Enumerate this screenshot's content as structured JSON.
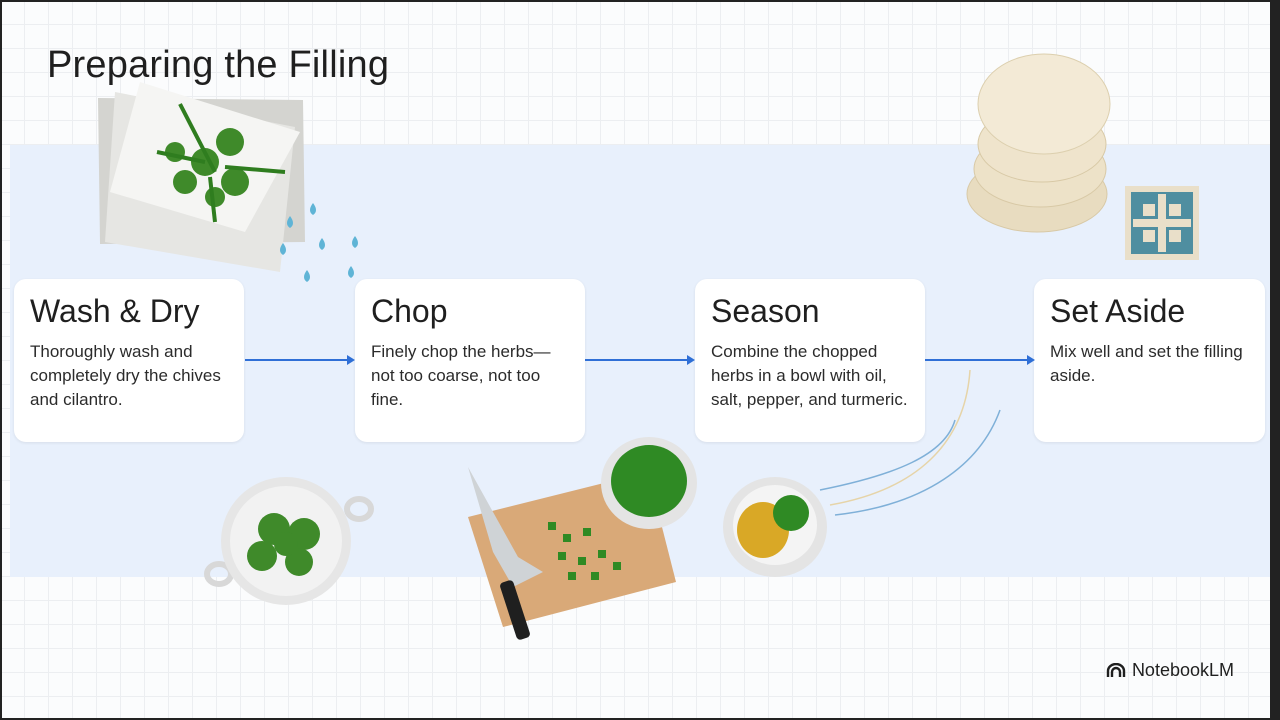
{
  "title": "Preparing the Filling",
  "steps": [
    {
      "heading": "Wash & Dry",
      "text": "Thoroughly wash and completely dry the chives and cilantro."
    },
    {
      "heading": "Chop",
      "text": "Finely chop the herbs—not too coarse, not too fine."
    },
    {
      "heading": "Season",
      "text": "Combine the chopped herbs in a bowl with oil, salt, pepper, and turmeric."
    },
    {
      "heading": "Set Aside",
      "text": "Mix well and set the filling aside."
    }
  ],
  "brand": "NotebookLM",
  "colors": {
    "arrow": "#2f6fd6",
    "band": "#e8f0fc",
    "herb": "#2f7d1f",
    "turmeric": "#d9a826",
    "dough": "#efe4cc"
  },
  "icons": [
    "paper-towel-herbs-icon",
    "water-drops-icon",
    "colander-icon",
    "knife-board-icon",
    "herb-bowl-icon",
    "seasoning-bowl-icon",
    "dumpling-wrappers-icon",
    "tile-icon",
    "notebooklm-logo-icon"
  ]
}
